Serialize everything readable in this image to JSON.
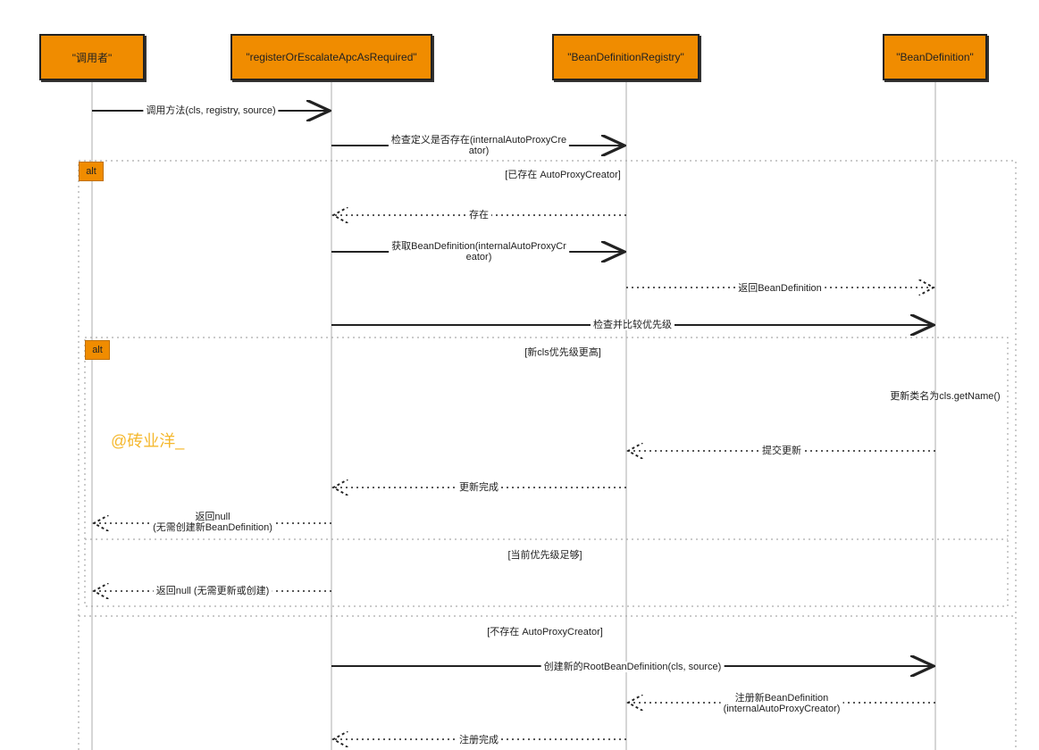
{
  "actors": [
    "\"调用者\"",
    "\"registerOrEscalateApcAsRequired\"",
    "\"BeanDefinitionRegistry\"",
    "\"BeanDefinition\""
  ],
  "alt_label": "alt",
  "conditions": {
    "exists": "[已存在 AutoProxyCreator]",
    "higher": "[新cls优先级更高]",
    "enough": "[当前优先级足够]",
    "not_exists": "[不存在 AutoProxyCreator]"
  },
  "messages": [
    "调用方法(cls, registry, source)",
    "检查定义是否存在(internalAutoProxyCre\nator)",
    "存在",
    "获取BeanDefinition(internalAutoProxyCr\neator)",
    "返回BeanDefinition",
    "检查并比较优先级",
    "更新类名为cls.getName()",
    "提交更新",
    "更新完成",
    "返回null\n(无需创建新BeanDefinition)",
    "返回null (无需更新或创建)",
    "创建新的RootBeanDefinition(cls, source)",
    "注册新BeanDefinition\n(internalAutoProxyCreator)",
    "注册完成"
  ],
  "watermark": "@砖业洋_",
  "colors": {
    "actor": "#f08c00",
    "watermark": "#f5b82e"
  }
}
